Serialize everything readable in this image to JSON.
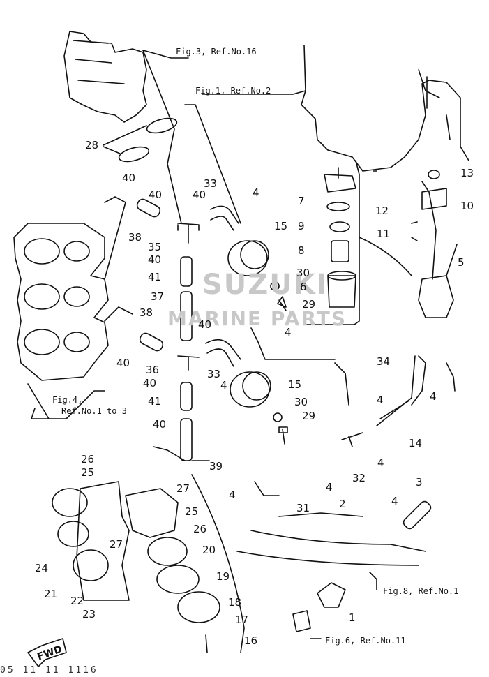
{
  "references": {
    "fig3": "Fig.3, Ref.No.16",
    "fig1": "Fig.1, Ref.No.2",
    "fig4_line1": "Fig.4,",
    "fig4_line2": "Ref.No.1 to 3",
    "fig8": "Fig.8, Ref.No.1",
    "fig6": "Fig.6, Ref.No.11"
  },
  "watermark": {
    "line1": "SUZUKI",
    "line2": "MARINE PARTS"
  },
  "fwd_label": "FWD",
  "footer_text": "05 11 11 1116",
  "part_numbers": {
    "n28": "28",
    "n13": "13",
    "n33a": "33",
    "n4a": "4",
    "n40a": "40",
    "n40b": "40",
    "n40c": "40",
    "n7": "7",
    "n10": "10",
    "n12": "12",
    "n15a": "15",
    "n9": "9",
    "n11": "11",
    "n38a": "38",
    "n35": "35",
    "n40d": "40",
    "n8": "8",
    "n5": "5",
    "n41a": "41",
    "n30a": "30",
    "n6": "6",
    "n37": "37",
    "n29a": "29",
    "n40e": "40",
    "n4b": "4",
    "n38b": "38",
    "n40f": "40",
    "n36": "36",
    "n33b": "33",
    "n4c": "4",
    "n15b": "15",
    "n34": "34",
    "n40g": "40",
    "n41b": "41",
    "n30b": "30",
    "n4d": "4",
    "n4e": "4",
    "n29b": "29",
    "n40h": "40",
    "n14": "14",
    "n4f": "4",
    "n32": "32",
    "n39": "39",
    "n26a": "26",
    "n25a": "25",
    "n27a": "27",
    "n3": "3",
    "n4g": "4",
    "n4h": "4",
    "n31": "31",
    "n2": "2",
    "n25b": "25",
    "n4i": "4",
    "n26b": "26",
    "n27b": "27",
    "n24": "24",
    "n20": "20",
    "n19": "19",
    "n21": "21",
    "n22": "22",
    "n18": "18",
    "n1": "1",
    "n23": "23",
    "n17": "17",
    "n16": "16"
  }
}
